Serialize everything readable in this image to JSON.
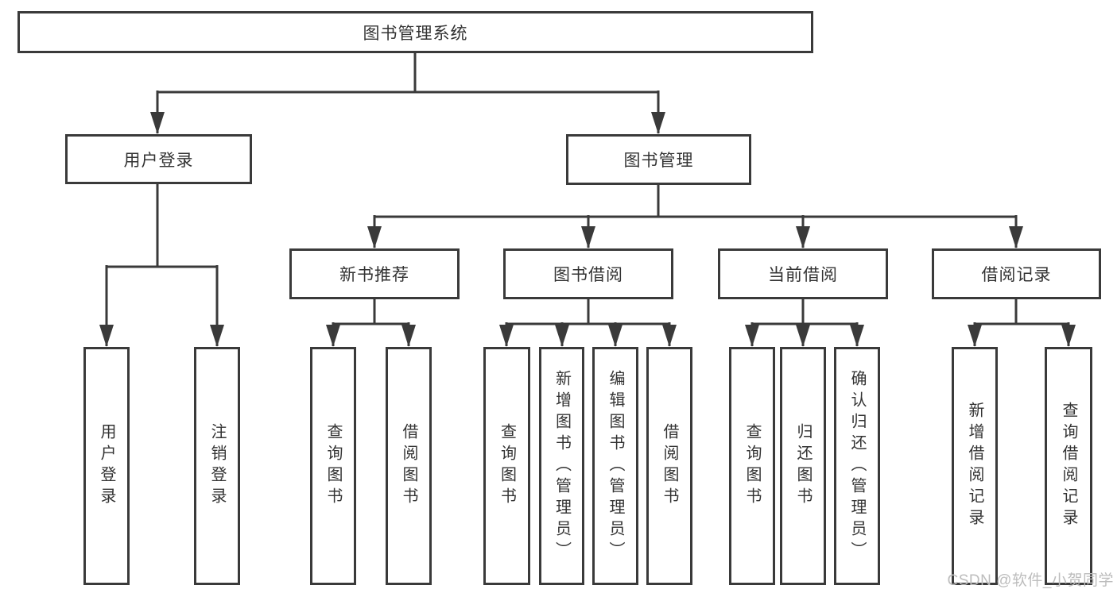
{
  "colors": {
    "line": "#3a3a3a",
    "text": "#333333",
    "box_fill": "#ffffff",
    "watermark": "#bdbdbd",
    "background": "#ffffff"
  },
  "watermark": {
    "text": "CSDN @软件_小贺同学"
  },
  "tree": {
    "label": "图书管理系统",
    "children": [
      {
        "label": "用户登录",
        "children": [
          {
            "label": "用户登录"
          },
          {
            "label": "注销登录"
          }
        ]
      },
      {
        "label": "图书管理",
        "children": [
          {
            "label": "新书推荐",
            "children": [
              {
                "label": "查询图书"
              },
              {
                "label": "借阅图书"
              }
            ]
          },
          {
            "label": "图书借阅",
            "children": [
              {
                "label": "查询图书"
              },
              {
                "label": "新增图书（管理员）"
              },
              {
                "label": "编辑图书（管理员）"
              },
              {
                "label": "借阅图书"
              }
            ]
          },
          {
            "label": "当前借阅",
            "children": [
              {
                "label": "查询图书"
              },
              {
                "label": "归还图书"
              },
              {
                "label": "确认归还（管理员）"
              }
            ]
          },
          {
            "label": "借阅记录",
            "children": [
              {
                "label": "新增借阅记录"
              },
              {
                "label": "查询借阅记录"
              }
            ]
          }
        ]
      }
    ]
  }
}
